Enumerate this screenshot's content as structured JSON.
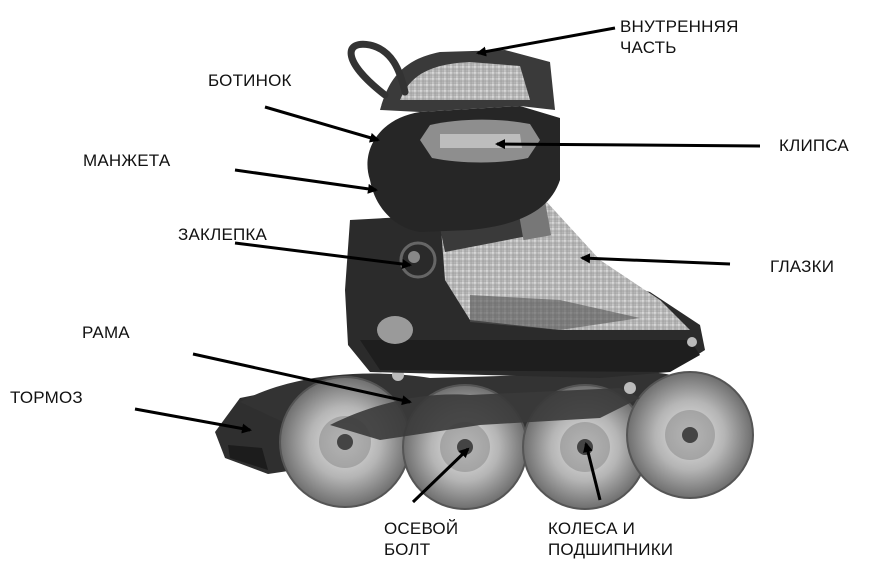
{
  "diagram": {
    "labels": {
      "inner": [
        "ВНУТРЕННЯЯ",
        "ЧАСТЬ"
      ],
      "boot": "БОТИНОК",
      "clip": "КЛИПСА",
      "cuff": "МАНЖЕТА",
      "rivet": "ЗАКЛЕПКА",
      "eyelets": "ГЛАЗКИ",
      "frame": "РАМА",
      "brake": "ТОРМОЗ",
      "axle": [
        "ОСЕВОЙ",
        "БОЛТ"
      ],
      "wheels": [
        "КОЛЕСА И",
        "ПОДШИПНИКИ"
      ]
    },
    "colors": {
      "arrow": "#000000",
      "text": "#111111",
      "shell": "#2a2a2a",
      "mesh": "#c9c9c9",
      "wheel": "#9a9a9a"
    }
  }
}
